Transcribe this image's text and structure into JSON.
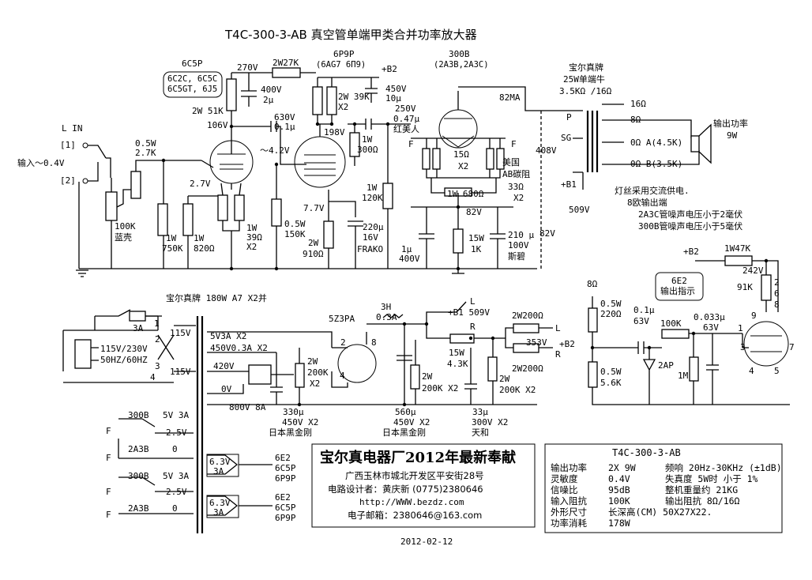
{
  "title": "T4C-300-3-AB 真空管单端甲类合并功率放大器",
  "input": {
    "l_in": "L IN",
    "pin1": "[1]",
    "pin2": "[2]",
    "label": "输入～0.4V"
  },
  "tubes": {
    "t1_name": "6C5P",
    "t1_alt1": "6C2C, 6C5C",
    "t1_alt2": "6C5GT, 6J5",
    "t2_name": "6P9P",
    "t2_alt": "(6AG7 6П9)",
    "t3_name": "300B",
    "t3_alt": "(2A3B,2A3C)",
    "t4_name": "6E2",
    "t4_label": "输出指示"
  },
  "parts": {
    "v270": "270V",
    "r2w27k": "2W27K",
    "c400v": "400V",
    "c2u": "2μ",
    "r2w51k": "2W 51K",
    "v106": "106V",
    "c630v": "630V",
    "c01u": "0.1μ",
    "v42": "～4.2V",
    "r05w": "0.5W",
    "r27k": "2.7K",
    "r100k": "100K",
    "lanke": "蓝壳",
    "v27": "2.7V",
    "r1w": "1W",
    "r750k": "750K",
    "r1w2": "1W",
    "r820": "820Ω",
    "r1w3": "1W",
    "r39": "39Ω",
    "x2a": "X2",
    "r05w2": "0.5W",
    "r150k": "150K",
    "r2w39k": "2W 39K",
    "x2b": "X2",
    "v198": "198V",
    "v77": "7.7V",
    "r2w": "2W",
    "r910": "910Ω",
    "r1w4": "1W",
    "r300": "300Ω",
    "r1w5": "1W",
    "r120k": "120K",
    "c220u": "220μ",
    "c16v": "16V",
    "frako": "FRAKO",
    "b2top": "+B2",
    "c450v": "450V",
    "c10u": "10μ",
    "v250": "250V",
    "c047": "0.47μ",
    "hongmeiren": "红美人",
    "m82ma": "82MA",
    "r15": "15Ω",
    "x2c": "X2",
    "r680": "1W 680Ω",
    "v82": "82V",
    "c1u": "1μ",
    "c400v2": "400V",
    "r15w": "15W",
    "r1k": "1K",
    "c210": "210 μ",
    "c100v": "100V",
    "sibi": "斯碧",
    "meiguo": "美国",
    "ab": "AB碳阻",
    "r33": "33Ω",
    "x2d": "X2",
    "v408": "408V",
    "v82b": "82V",
    "b1": "+B1",
    "v509": "509V",
    "F1": "F",
    "F2": "F"
  },
  "output": {
    "brand": "宝尔真牌",
    "spec": "25W单端牛",
    "imp": "3.5KΩ /16Ω",
    "P": "P",
    "SG": "SG",
    "o16": "16Ω",
    "o8": "8Ω",
    "oA": "0Ω A(4.5K)",
    "oB": "0Ω B(3.5K)",
    "power": "输出功率",
    "w9": "9W"
  },
  "notes": [
    "灯丝采用交流供电.",
    "8欧输出端",
    "2A3C管噪声电压小于2毫伏",
    "300B管噪声电压小于5毫伏"
  ],
  "indicator": {
    "b2": "+B2",
    "r1w47k": "1W47K",
    "v242": "242V",
    "r91k": "91K",
    "p2": "2",
    "p6": "6",
    "p8": "8",
    "o8": "8Ω",
    "r05w": "0.5W",
    "r220": "220Ω",
    "c01": "0.1μ",
    "c63v": "63V",
    "r100k": "100K",
    "c0033": "0.033μ",
    "c63v2": "63V",
    "d2ap": "2AP",
    "r1m": "1M",
    "r05w2": "0.5W",
    "r56k": "5.6K",
    "p9": "9",
    "p1": "1",
    "p3": "3",
    "p7": "7",
    "p4": "4",
    "p5": "5"
  },
  "psu": {
    "xfmr": "宝尔真牌 180W A7 X2并",
    "fuse": "3A",
    "v115": "115V",
    "v115b": "115V",
    "mains1": "115V/230V",
    "mains2": "50HZ/60HZ",
    "t1": "1",
    "t2": "2",
    "t3": "3",
    "t4": "4",
    "s5v": "5V3A X2",
    "s450": "450V0.3A X2",
    "s420": "420V",
    "s0v": "0V",
    "s800": "800V 8A",
    "rect": "5Z3PA",
    "ch3h": "3H",
    "ch03a": "0.3A",
    "p2": "2",
    "p8": "8",
    "p4": "4",
    "r2w": "2W",
    "r200k": "200K",
    "x2": "X2",
    "c330": "330μ",
    "c450v": "450V X2",
    "jap1": "日本黑金刚",
    "r2wb": "2W",
    "r200kb": "200K X2",
    "c560": "560μ",
    "c450vb": "450V X2",
    "jap2": "日本黑金刚",
    "r15w": "15W",
    "r43k": "4.3K",
    "c33": "33μ",
    "c300v": "300V X2",
    "tianhe": "天和",
    "r2wc": "2W",
    "r200kc": "200K X2",
    "L": "L",
    "R": "R",
    "b1": "+B1 509V",
    "r2w200": "2W200Ω",
    "v353": "353V",
    "b2": "+B2",
    "r2w200b": "2W200Ω",
    "L2": "L",
    "R2": "R"
  },
  "heaters": {
    "a_300b": "300B",
    "a_5v": "5V 3A",
    "a_25": "2.5V",
    "a_2a3b": "2A3B",
    "a_0": "0",
    "F1": "F",
    "F2": "F",
    "b_300b": "300B",
    "b_5v": "5V 3A",
    "b_25": "2.5V",
    "b_2a3b": "2A3B",
    "b_0": "0",
    "F3": "F",
    "F4": "F",
    "h1": "6.3V",
    "h1a": "3A",
    "h1t": "6E2",
    "h1t2": "6C5P",
    "h1t3": "6P9P",
    "h2": "6.3V",
    "h2a": "3A",
    "h2t": "6E2",
    "h2t2": "6C5P",
    "h2t3": "6P9P"
  },
  "factory": {
    "name": "宝尔真电器厂2012年最新奉献",
    "addr": "广西玉林市城北开发区平安街28号",
    "designer": "电路设计者：黄庆新   (0775)2380646",
    "url": "http://WWW.bezdz.com",
    "email": "电子邮箱：2380646@163.com"
  },
  "specs": {
    "model": "T4C-300-3-AB",
    "rows": [
      [
        "输出功率",
        "2X 9W",
        "频响 20Hz-30KHz (±1dB)"
      ],
      [
        "灵敏度",
        "0.4V",
        "失真度    5W时  小于 1%"
      ],
      [
        "信噪比",
        "95dB",
        "整机重量约  21KG"
      ],
      [
        "输入阻抗",
        "100K",
        "输出阻抗    8Ω/16Ω"
      ],
      [
        "外形尺寸",
        "长深高(CM)  50X27X22.",
        ""
      ],
      [
        "功率消耗",
        "178W",
        ""
      ]
    ]
  },
  "date": "2012-02-12"
}
